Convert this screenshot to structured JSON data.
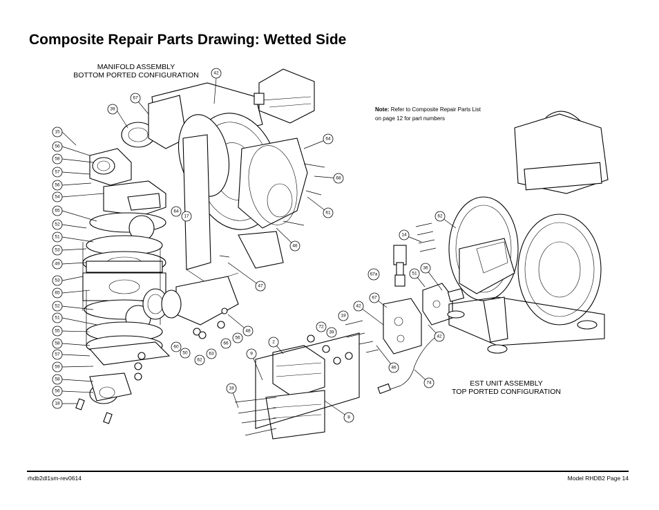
{
  "title": "Composite Repair Parts Drawing: Wetted Side",
  "manifold_caption": {
    "line1": "MANIFOLD ASSEMBLY",
    "line2": "BOTTOM PORTED CONFIGURATION"
  },
  "est_caption": {
    "line1": "EST UNIT ASSEMBLY",
    "line2": "TOP PORTED CONFIGURATION"
  },
  "note": {
    "label": "Note:",
    "line1": "Refer to Composite Repair Parts List",
    "line2": "on page 12 for part numbers"
  },
  "footer": {
    "left": "rhdb2dl1sm-rev0614",
    "right": "Model RHDB2 Page 14"
  },
  "left_column_callouts": [
    "15",
    "56",
    "58",
    "57",
    "56",
    "54",
    "65",
    "52",
    "51",
    "53",
    "49",
    "53",
    "65",
    "52",
    "51",
    "55",
    "58",
    "57",
    "59",
    "58",
    "56",
    "18"
  ],
  "callouts": [
    "42",
    "67",
    "39",
    "64",
    "68",
    "61",
    "17",
    "64",
    "46",
    "47",
    "48",
    "56",
    "66",
    "63",
    "62",
    "50",
    "60",
    "62",
    "14",
    "36",
    "51",
    "67a",
    "67",
    "42",
    "19",
    "72",
    "39",
    "2",
    "42",
    "46",
    "74",
    "9",
    "18",
    "8"
  ]
}
